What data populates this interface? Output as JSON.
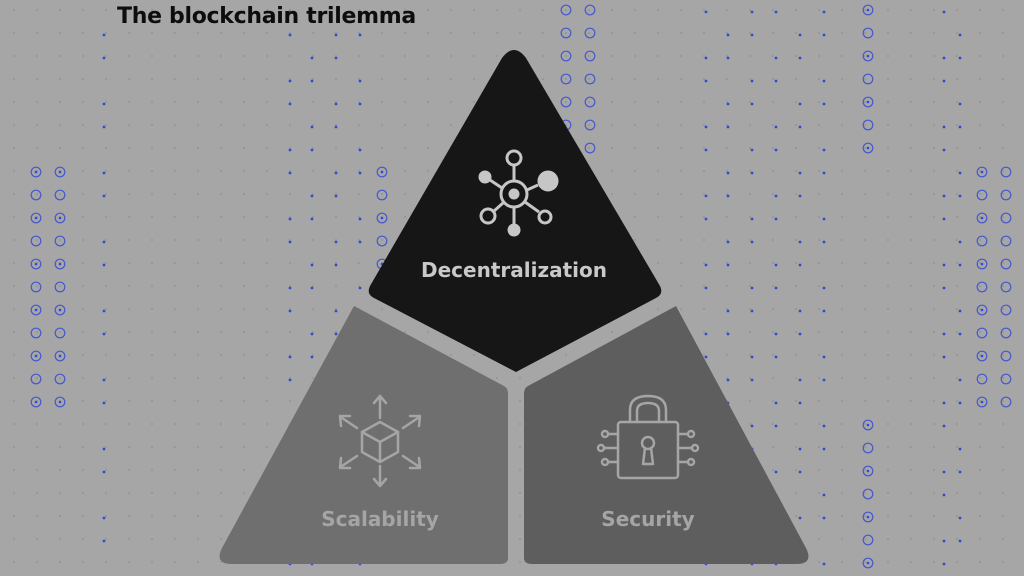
{
  "title": "The blockchain trilemma",
  "segments": {
    "top": {
      "label": "Decentralization",
      "icon": "network-hub-icon"
    },
    "left": {
      "label": "Scalability",
      "icon": "scaling-cube-icon"
    },
    "right": {
      "label": "Security",
      "icon": "circuit-padlock-icon"
    }
  },
  "colors": {
    "background": "#a6a6a6",
    "top_fill": "#161616",
    "left_fill": "#6f6f6f",
    "right_fill": "#5e5e5e",
    "top_icon": "#c6c6c6",
    "bottom_text": "#a5a5a5",
    "dot_accent": "#3349d6"
  }
}
